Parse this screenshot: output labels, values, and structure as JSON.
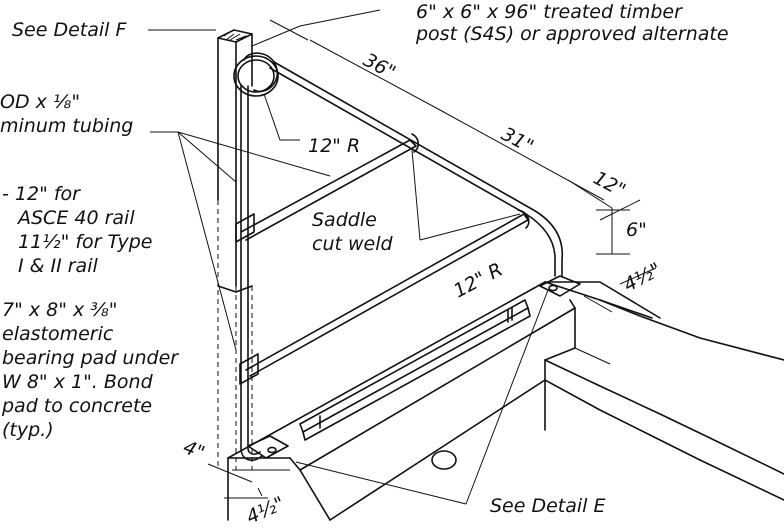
{
  "labels": {
    "detail_f": "See Detail F",
    "post_line1": "6\" x 6\" x 96\" treated timber",
    "post_line2": "post (S4S) or approved alternate",
    "tubing_line1": "OD x ⅛\"",
    "tubing_line2": "minum tubing",
    "radius_upper": "12\" R",
    "radius_lower": "12\" R",
    "height_line1": "- 12\" for",
    "height_line2": "ASCE 40 rail",
    "height_line3": "11½\" for Type",
    "height_line4": "I & II rail",
    "weld_line1": "Saddle",
    "weld_line2": "cut weld",
    "pad_line1": "7\" x 8\" x ⅜\"",
    "pad_line2": "elastomeric",
    "pad_line3": "bearing pad under",
    "pad_line4": "W 8\" x 1\". Bond",
    "pad_line5": "pad to concrete",
    "pad_line6": "(typ.)",
    "detail_e": "See Detail E"
  },
  "dimensions": {
    "d36": "36\"",
    "d31": "31\"",
    "d12": "12\"",
    "d6": "6\"",
    "d4half_right": "4½\"",
    "d4": "4\"",
    "d4half_bottom": "4½\""
  }
}
